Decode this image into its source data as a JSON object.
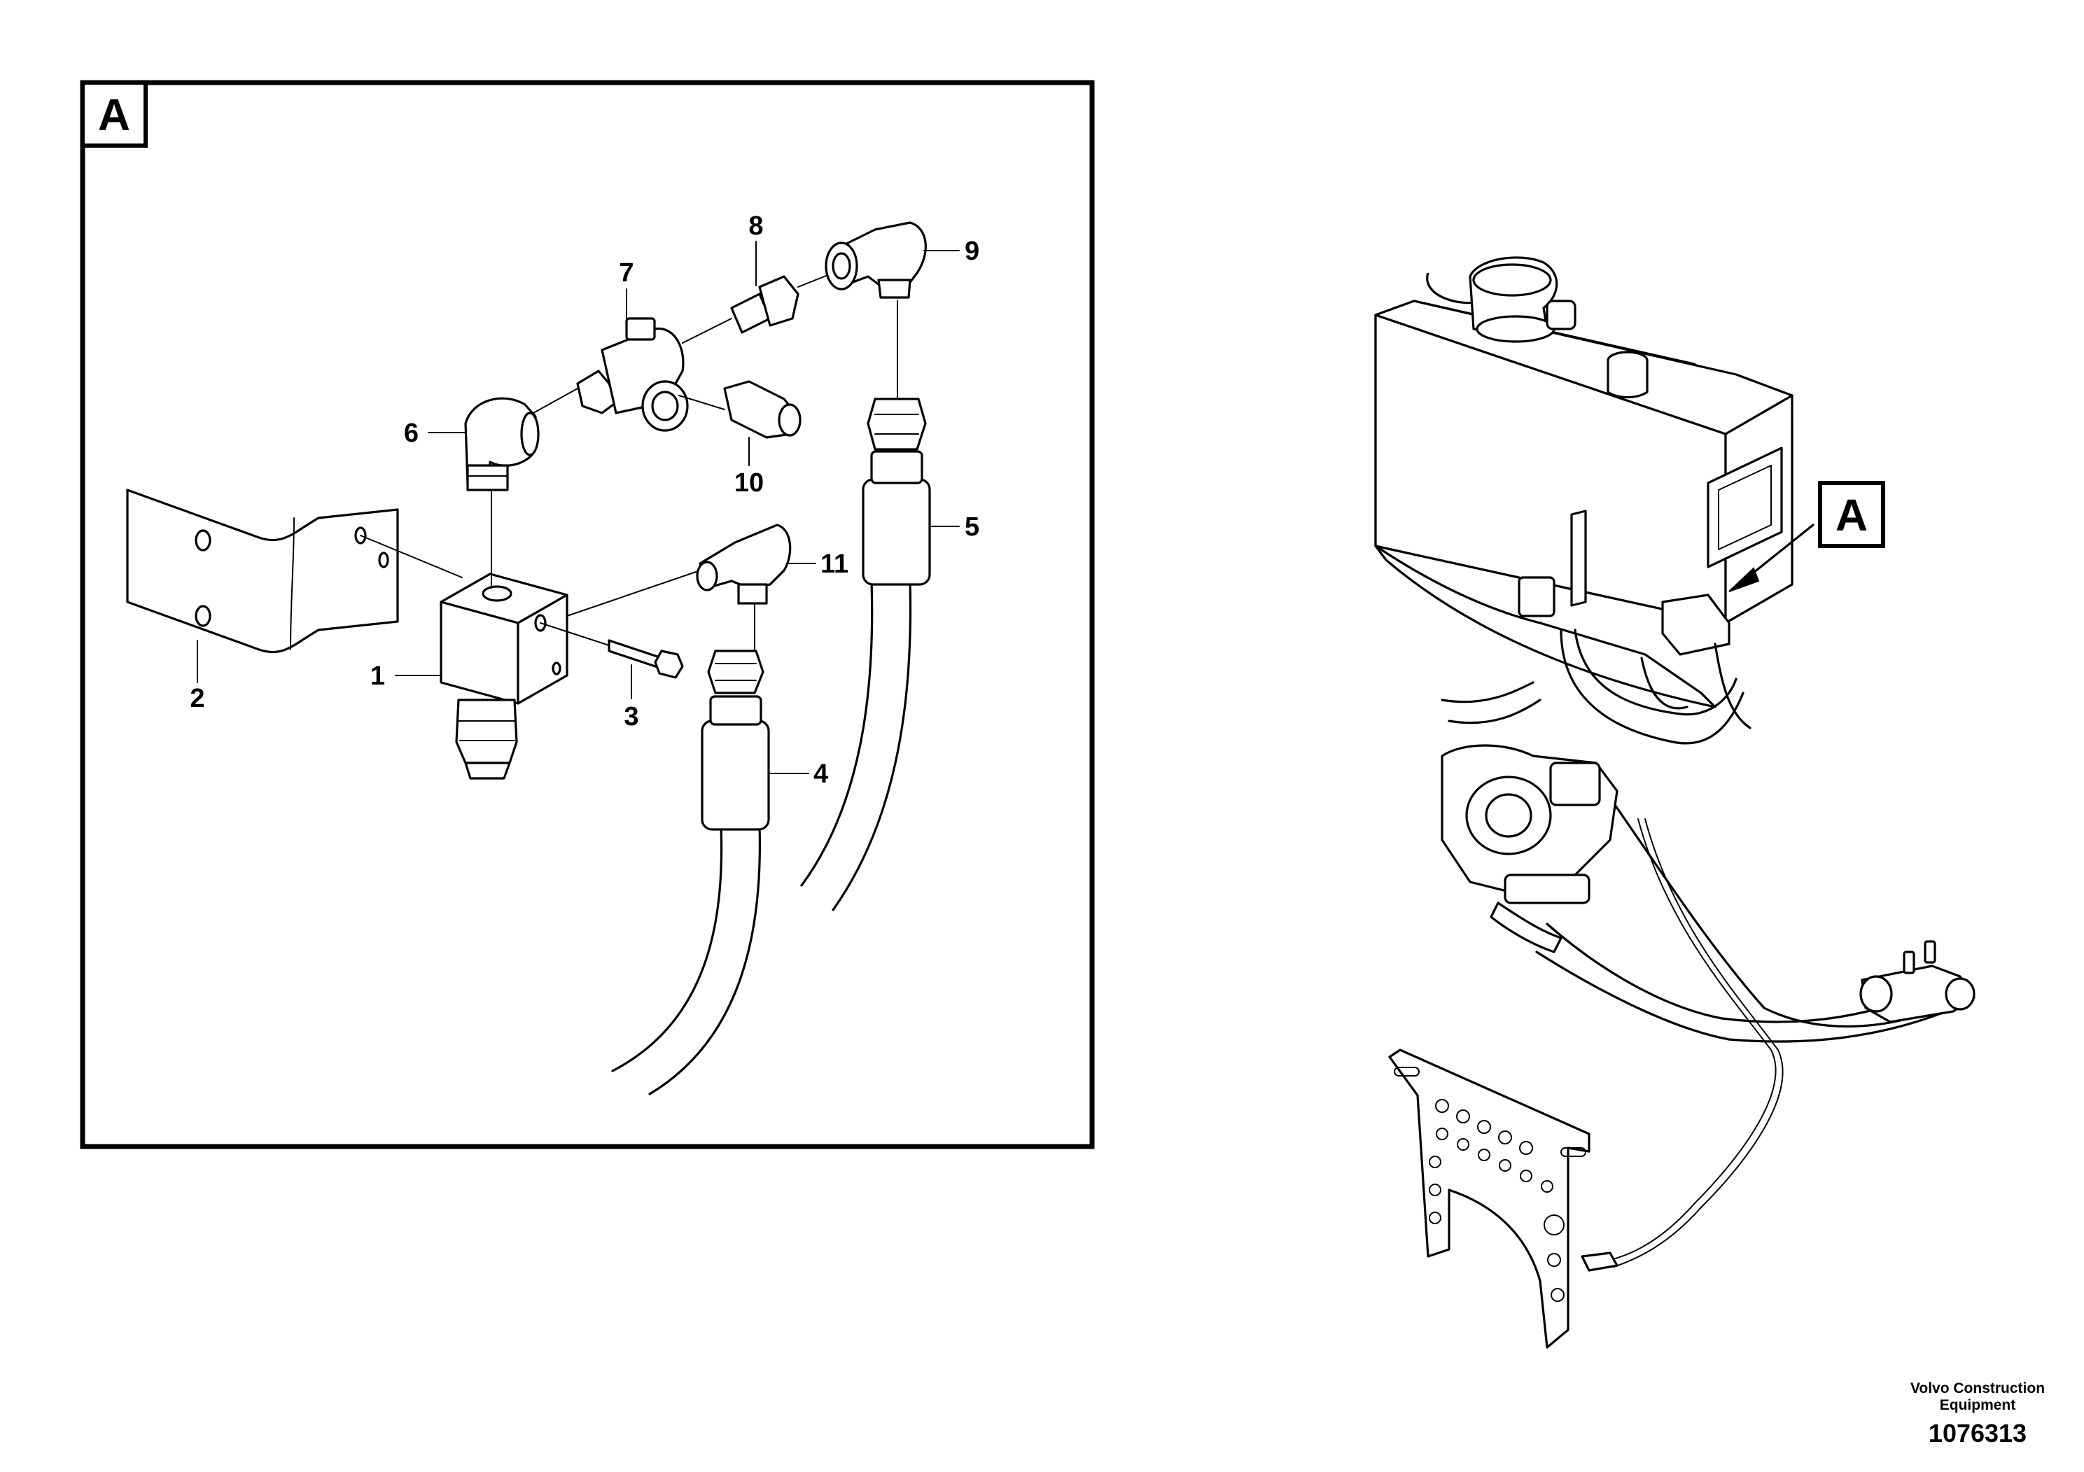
{
  "detail_view": {
    "label": "A",
    "callouts": [
      "1",
      "2",
      "3",
      "4",
      "5",
      "6",
      "7",
      "8",
      "9",
      "10",
      "11"
    ]
  },
  "overview": {
    "label": "A"
  },
  "footer": {
    "company_line1": "Volvo Construction",
    "company_line2": "Equipment",
    "document_number": "1076313"
  }
}
